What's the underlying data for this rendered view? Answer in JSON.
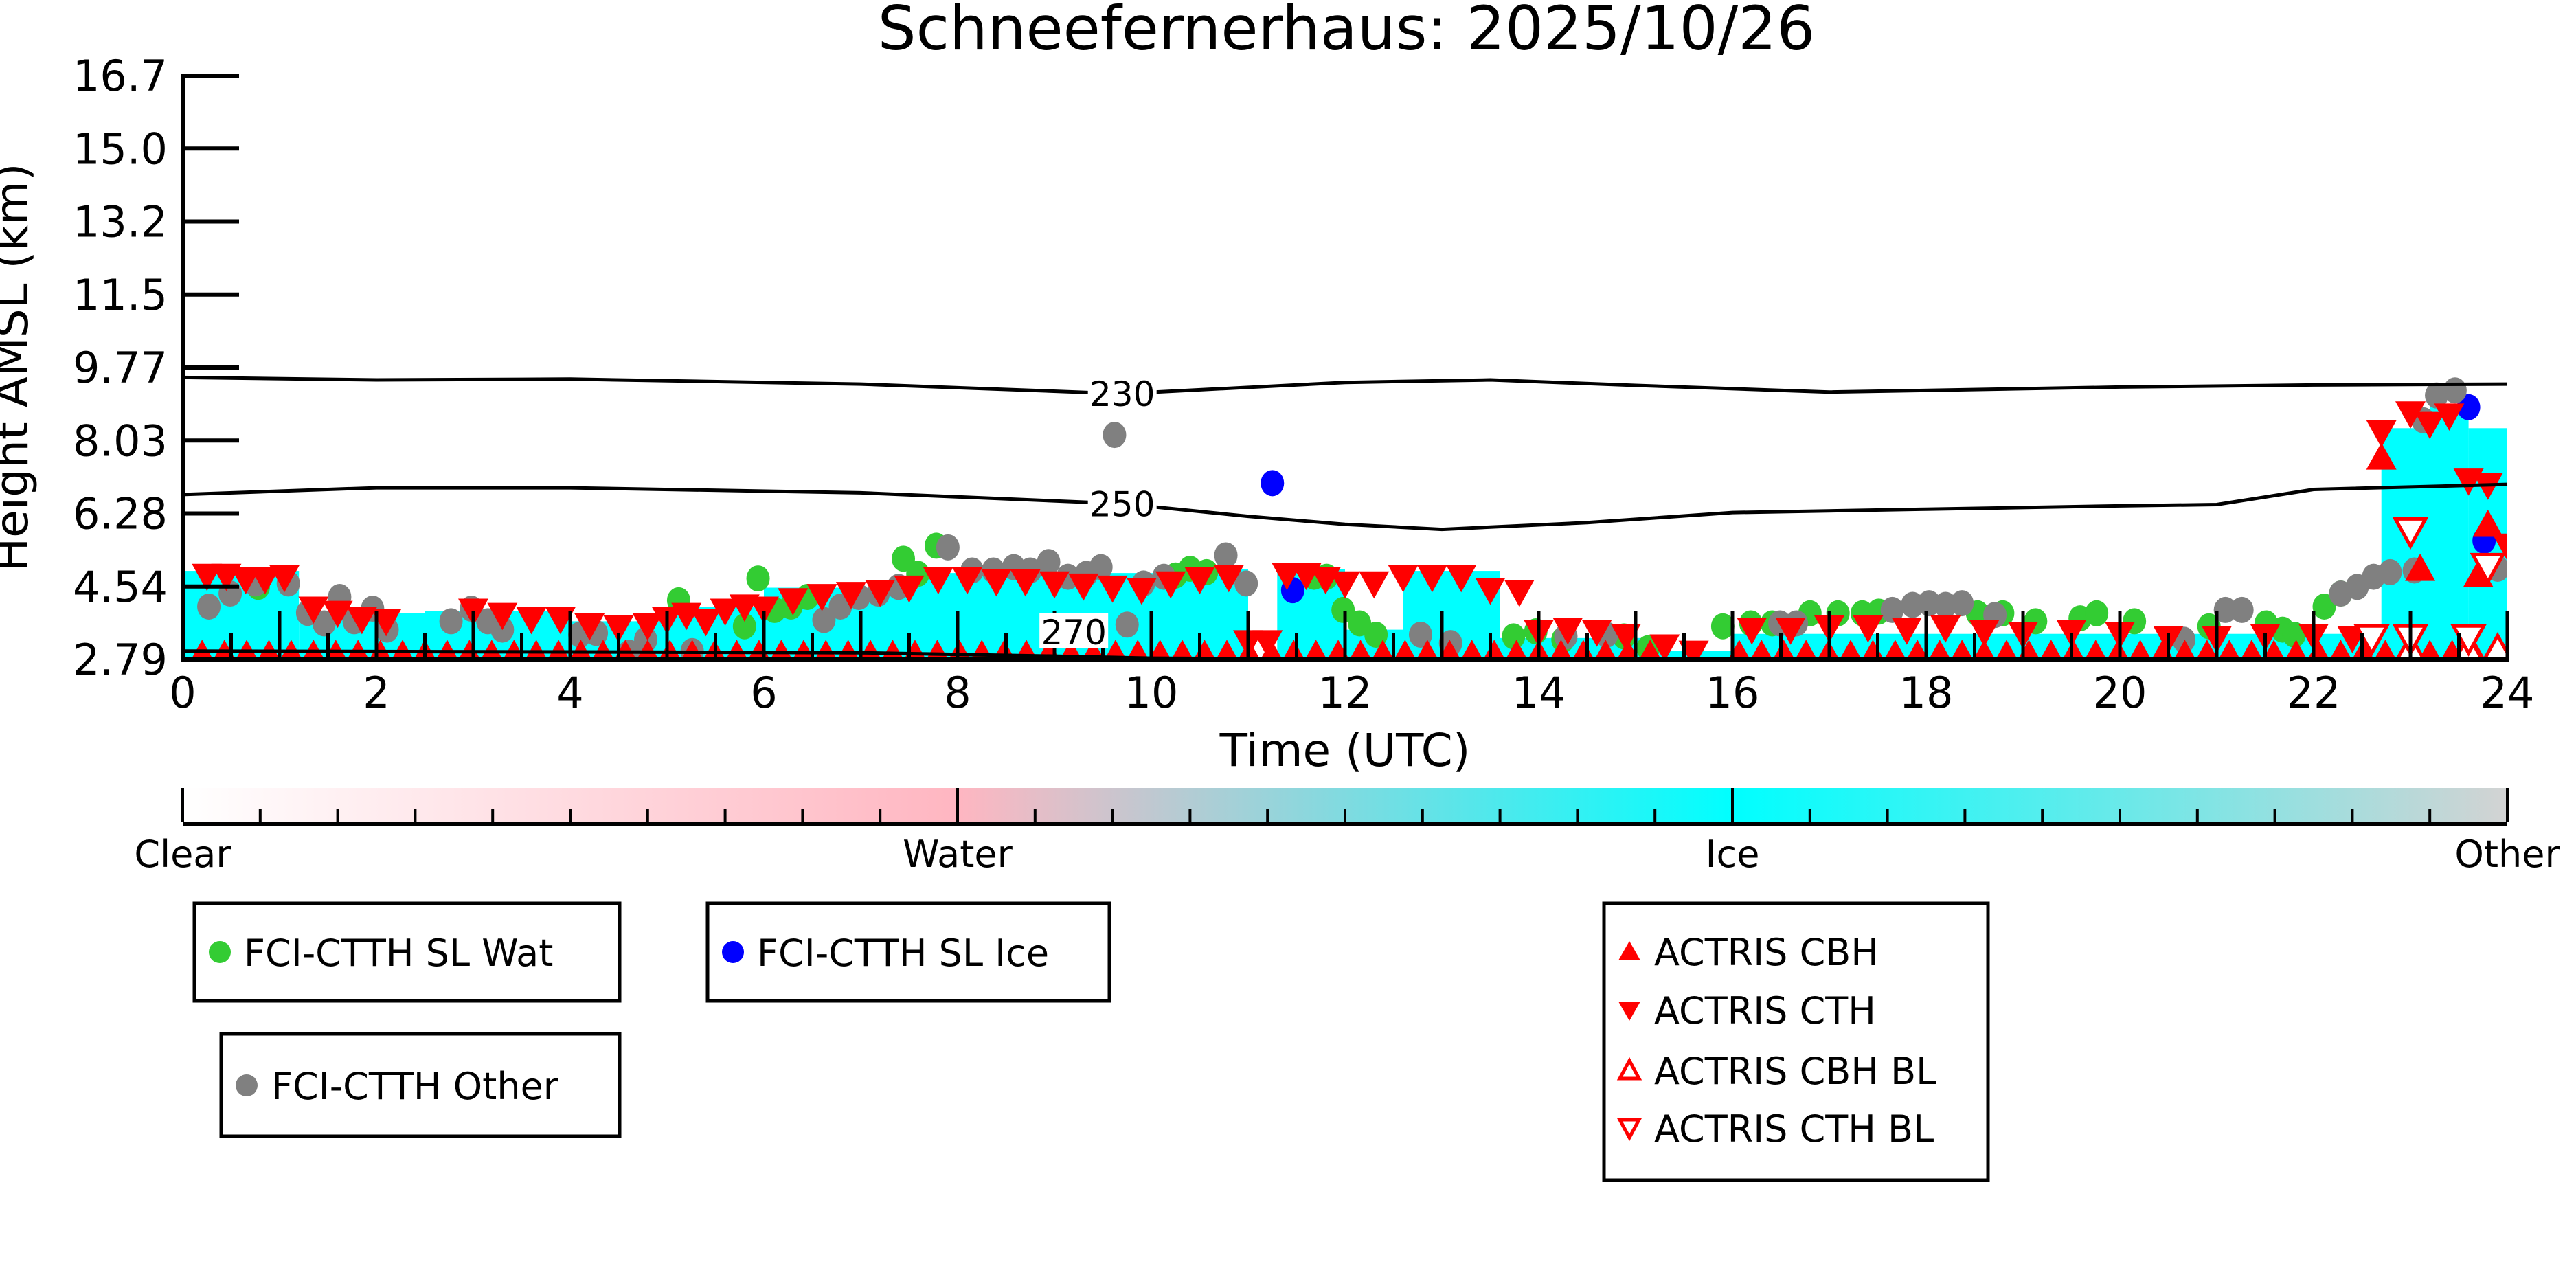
{
  "chart_data": {
    "type": "scatter",
    "title": "Schneefernerhaus: 2025/10/26",
    "xlabel": "Time (UTC)",
    "ylabel": "Height AMSL (km)",
    "xlim": [
      0,
      24
    ],
    "ylim": [
      2.79,
      16.7
    ],
    "xticks": [
      "0",
      "2",
      "4",
      "6",
      "8",
      "10",
      "12",
      "14",
      "16",
      "18",
      "20",
      "22",
      "24"
    ],
    "yticks": [
      "2.79",
      "4.54",
      "6.28",
      "8.03",
      "9.77",
      "11.5",
      "13.2",
      "15.0",
      "16.7"
    ],
    "colors": {
      "water": "#33cc33",
      "ice": "#0000ff",
      "other": "#808080",
      "actris": "#ff0000",
      "cloud_ice": "#00ffff",
      "cloud_water": "#ffb6c1",
      "cloud_other": "#d3d3d3"
    },
    "cloud_mask_ice": [
      [
        0.0,
        1.2,
        4.9
      ],
      [
        1.2,
        2.5,
        3.9
      ],
      [
        2.5,
        4.0,
        3.95
      ],
      [
        4.0,
        5.0,
        3.7
      ],
      [
        5.0,
        6.0,
        4.05
      ],
      [
        6.0,
        7.5,
        4.5
      ],
      [
        7.5,
        10.5,
        4.85
      ],
      [
        10.5,
        11.0,
        4.95
      ],
      [
        11.3,
        12.0,
        4.95
      ],
      [
        12.0,
        12.6,
        3.5
      ],
      [
        12.6,
        13.6,
        4.9
      ],
      [
        13.6,
        15.2,
        3.3
      ],
      [
        15.2,
        16.0,
        3.0
      ],
      [
        16.0,
        22.0,
        3.4
      ],
      [
        22.0,
        22.7,
        3.4
      ],
      [
        22.7,
        23.2,
        8.3
      ],
      [
        23.2,
        23.6,
        8.8
      ],
      [
        23.6,
        24.0,
        8.3
      ]
    ],
    "contours": [
      {
        "label": "230",
        "label_at": 9.7,
        "x": [
          0,
          2,
          4,
          7,
          9.7,
          12,
          13.5,
          15,
          17,
          20,
          22,
          24
        ],
        "y": [
          9.51,
          9.45,
          9.47,
          9.35,
          9.12,
          9.39,
          9.45,
          9.32,
          9.16,
          9.28,
          9.33,
          9.35
        ]
      },
      {
        "label": "250",
        "label_at": 9.7,
        "x": [
          0,
          2,
          4,
          7,
          9.7,
          11,
          12,
          13,
          14.5,
          16,
          18,
          20,
          21,
          22,
          24
        ],
        "y": [
          6.72,
          6.88,
          6.88,
          6.76,
          6.5,
          6.2,
          6.01,
          5.89,
          6.05,
          6.29,
          6.37,
          6.45,
          6.48,
          6.84,
          6.96
        ]
      },
      {
        "label": "270",
        "label_at": 9.2,
        "x": [
          0,
          4,
          7,
          9,
          10,
          12,
          24
        ],
        "y": [
          2.99,
          2.97,
          2.95,
          2.87,
          2.82,
          2.8,
          2.8
        ]
      }
    ],
    "series": [
      {
        "name": "FCI-CTTH SL Wat",
        "marker": "circle",
        "color": "#33cc33",
        "points": [
          [
            0.78,
            4.52
          ],
          [
            5.12,
            4.2
          ],
          [
            5.8,
            3.58
          ],
          [
            5.94,
            4.72
          ],
          [
            6.11,
            3.97
          ],
          [
            6.28,
            4.05
          ],
          [
            6.45,
            4.28
          ],
          [
            7.44,
            5.19
          ],
          [
            7.59,
            4.83
          ],
          [
            7.78,
            5.5
          ],
          [
            10.25,
            4.79
          ],
          [
            10.4,
            4.95
          ],
          [
            10.57,
            4.87
          ],
          [
            11.68,
            4.76
          ],
          [
            11.81,
            4.76
          ],
          [
            11.98,
            3.97
          ],
          [
            12.15,
            3.65
          ],
          [
            12.32,
            3.38
          ],
          [
            13.74,
            3.34
          ],
          [
            13.97,
            3.46
          ],
          [
            14.25,
            3.26
          ],
          [
            14.88,
            3.34
          ],
          [
            15.13,
            3.06
          ],
          [
            15.9,
            3.58
          ],
          [
            16.19,
            3.65
          ],
          [
            16.41,
            3.65
          ],
          [
            16.8,
            3.89
          ],
          [
            17.09,
            3.89
          ],
          [
            17.34,
            3.89
          ],
          [
            17.51,
            3.93
          ],
          [
            18.53,
            3.89
          ],
          [
            18.79,
            3.89
          ],
          [
            19.13,
            3.7
          ],
          [
            19.59,
            3.77
          ],
          [
            19.76,
            3.89
          ],
          [
            20.15,
            3.7
          ],
          [
            20.92,
            3.58
          ],
          [
            21.51,
            3.65
          ],
          [
            21.68,
            3.5
          ],
          [
            21.8,
            3.38
          ],
          [
            22.11,
            4.05
          ],
          [
            22.28,
            4.36
          ]
        ]
      },
      {
        "name": "FCI-CTTH SL Ice",
        "marker": "circle",
        "color": "#0000ff",
        "points": [
          [
            11.25,
            6.99
          ],
          [
            11.46,
            4.44
          ],
          [
            23.6,
            8.8
          ],
          [
            23.76,
            5.62
          ]
        ]
      },
      {
        "name": "FCI-CTTH Other",
        "marker": "circle",
        "color": "#808080",
        "points": [
          [
            0.27,
            4.05
          ],
          [
            0.49,
            4.36
          ],
          [
            0.75,
            4.6
          ],
          [
            1.09,
            4.6
          ],
          [
            1.29,
            3.9
          ],
          [
            1.46,
            3.65
          ],
          [
            1.62,
            4.28
          ],
          [
            1.77,
            3.7
          ],
          [
            1.96,
            4.0
          ],
          [
            2.11,
            3.5
          ],
          [
            2.77,
            3.7
          ],
          [
            2.98,
            4.0
          ],
          [
            3.15,
            3.7
          ],
          [
            3.3,
            3.5
          ],
          [
            4.1,
            3.38
          ],
          [
            4.27,
            3.42
          ],
          [
            4.61,
            2.95
          ],
          [
            4.78,
            3.26
          ],
          [
            5.26,
            2.99
          ],
          [
            6.62,
            3.73
          ],
          [
            6.79,
            4.05
          ],
          [
            6.98,
            4.28
          ],
          [
            7.18,
            4.36
          ],
          [
            7.39,
            4.52
          ],
          [
            7.9,
            5.46
          ],
          [
            8.15,
            4.91
          ],
          [
            8.37,
            4.91
          ],
          [
            8.58,
            4.99
          ],
          [
            8.75,
            4.91
          ],
          [
            8.94,
            5.11
          ],
          [
            9.14,
            4.76
          ],
          [
            9.33,
            4.83
          ],
          [
            9.48,
            4.99
          ],
          [
            9.62,
            8.14
          ],
          [
            9.75,
            3.62
          ],
          [
            9.92,
            4.6
          ],
          [
            10.13,
            4.76
          ],
          [
            10.77,
            5.27
          ],
          [
            10.98,
            4.6
          ],
          [
            12.78,
            3.38
          ],
          [
            13.09,
            3.18
          ],
          [
            14.28,
            3.34
          ],
          [
            14.7,
            3.38
          ],
          [
            16.49,
            3.65
          ],
          [
            16.66,
            3.65
          ],
          [
            17.65,
            3.97
          ],
          [
            17.86,
            4.09
          ],
          [
            18.03,
            4.13
          ],
          [
            18.2,
            4.09
          ],
          [
            18.37,
            4.13
          ],
          [
            18.71,
            3.85
          ],
          [
            20.66,
            3.26
          ],
          [
            21.09,
            3.97
          ],
          [
            21.26,
            3.97
          ],
          [
            22.28,
            4.36
          ],
          [
            22.45,
            4.52
          ],
          [
            22.62,
            4.76
          ],
          [
            22.79,
            4.87
          ],
          [
            23.04,
            4.91
          ],
          [
            23.13,
            8.49
          ],
          [
            23.27,
            9.08
          ],
          [
            23.46,
            9.2
          ],
          [
            23.9,
            4.95
          ]
        ]
      },
      {
        "name": "ACTRIS CBH",
        "marker": "triangle-up",
        "color": "#ff0000",
        "points": [
          [
            22.7,
            7.6
          ],
          [
            23.1,
            4.95
          ],
          [
            23.8,
            6.0
          ],
          [
            23.7,
            4.8
          ]
        ],
        "baseline": {
          "start": 0.2,
          "end": 23.9,
          "step": 0.23,
          "km": 2.9,
          "gap": [
            15.2,
            16.0
          ]
        }
      },
      {
        "name": "ACTRIS CTH",
        "marker": "triangle-down",
        "color": "#ff0000",
        "points": [
          [
            0.25,
            4.78
          ],
          [
            0.45,
            4.78
          ],
          [
            0.65,
            4.7
          ],
          [
            0.85,
            4.7
          ],
          [
            1.05,
            4.75
          ],
          [
            1.35,
            4.0
          ],
          [
            1.6,
            3.9
          ],
          [
            1.85,
            3.75
          ],
          [
            2.1,
            3.7
          ],
          [
            3.0,
            3.95
          ],
          [
            3.3,
            3.85
          ],
          [
            3.6,
            3.75
          ],
          [
            3.9,
            3.75
          ],
          [
            4.2,
            3.6
          ],
          [
            4.5,
            3.55
          ],
          [
            4.8,
            3.6
          ],
          [
            5.0,
            3.75
          ],
          [
            5.2,
            3.85
          ],
          [
            5.4,
            3.7
          ],
          [
            5.6,
            3.95
          ],
          [
            5.8,
            4.05
          ],
          [
            6.0,
            4.0
          ],
          [
            6.3,
            4.2
          ],
          [
            6.6,
            4.3
          ],
          [
            6.9,
            4.35
          ],
          [
            7.2,
            4.4
          ],
          [
            7.5,
            4.5
          ],
          [
            7.8,
            4.7
          ],
          [
            8.1,
            4.7
          ],
          [
            8.4,
            4.65
          ],
          [
            8.7,
            4.65
          ],
          [
            9.0,
            4.6
          ],
          [
            9.3,
            4.55
          ],
          [
            9.6,
            4.5
          ],
          [
            9.9,
            4.45
          ],
          [
            10.2,
            4.6
          ],
          [
            10.5,
            4.7
          ],
          [
            10.8,
            4.75
          ],
          [
            11.0,
            3.2
          ],
          [
            11.2,
            3.2
          ],
          [
            11.4,
            4.8
          ],
          [
            11.6,
            4.8
          ],
          [
            11.8,
            4.7
          ],
          [
            12.0,
            4.6
          ],
          [
            12.3,
            4.6
          ],
          [
            12.6,
            4.75
          ],
          [
            12.9,
            4.75
          ],
          [
            13.2,
            4.75
          ],
          [
            13.5,
            4.45
          ],
          [
            13.8,
            4.4
          ],
          [
            14.0,
            3.45
          ],
          [
            14.3,
            3.5
          ],
          [
            14.6,
            3.45
          ],
          [
            14.9,
            3.35
          ],
          [
            15.3,
            3.1
          ],
          [
            15.6,
            2.95
          ],
          [
            16.2,
            3.5
          ],
          [
            16.6,
            3.5
          ],
          [
            17.0,
            3.55
          ],
          [
            17.4,
            3.55
          ],
          [
            17.8,
            3.5
          ],
          [
            18.2,
            3.55
          ],
          [
            18.6,
            3.45
          ],
          [
            19.0,
            3.4
          ],
          [
            19.5,
            3.45
          ],
          [
            20.0,
            3.4
          ],
          [
            20.5,
            3.3
          ],
          [
            21.0,
            3.3
          ],
          [
            21.5,
            3.35
          ],
          [
            22.0,
            3.35
          ],
          [
            22.4,
            3.3
          ],
          [
            22.7,
            8.2
          ],
          [
            23.0,
            8.65
          ],
          [
            23.2,
            8.4
          ],
          [
            23.4,
            8.6
          ],
          [
            23.6,
            7.05
          ],
          [
            23.8,
            6.95
          ],
          [
            24.0,
            5.5
          ]
        ]
      },
      {
        "name": "ACTRIS CBH BL",
        "marker": "triangle-up-open",
        "color": "#ff0000",
        "points": [
          [
            23.0,
            3.0
          ],
          [
            23.6,
            3.0
          ],
          [
            23.9,
            3.0
          ]
        ]
      },
      {
        "name": "ACTRIS CTH BL",
        "marker": "triangle-down-open",
        "color": "#ff0000",
        "points": [
          [
            22.6,
            3.3
          ],
          [
            23.0,
            5.85
          ],
          [
            23.0,
            3.3
          ],
          [
            23.6,
            3.3
          ],
          [
            23.8,
            5.0
          ]
        ]
      }
    ],
    "colorbar": {
      "labels": [
        "Clear",
        "Water",
        "Ice",
        "Other"
      ],
      "stops": [
        "#ffffff",
        "#ffb6c1",
        "#00ffff",
        "#d3d3d3"
      ]
    },
    "legend_placement": "bottom"
  },
  "legends": {
    "wat": "FCI-CTTH SL Wat",
    "ice": "FCI-CTTH SL Ice",
    "other": "FCI-CTTH Other",
    "cbh": "ACTRIS CBH",
    "cth": "ACTRIS CTH",
    "cbh_bl": "ACTRIS CBH BL",
    "cth_bl": "ACTRIS CTH BL"
  }
}
